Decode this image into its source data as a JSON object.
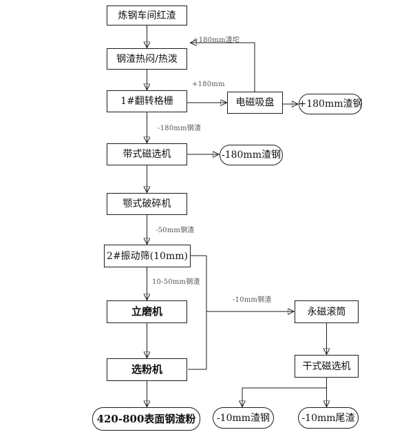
{
  "nodes": {
    "red_slag": {
      "label": "炼钢车间红渣"
    },
    "hot_stew": {
      "label": "钢渣热闷/热泼"
    },
    "flip_grid": {
      "label": "1#翻转格栅"
    },
    "magnet_chuck": {
      "label": "电磁吸盘"
    },
    "plus180_steel": {
      "label": "+180mm渣钢"
    },
    "belt_separator": {
      "label": "带式磁选机"
    },
    "minus180_steel": {
      "label": "-180mm渣钢"
    },
    "jaw_crusher": {
      "label": "颚式破碎机"
    },
    "vibrating_screen": {
      "label": "2#振动筛(10mm)"
    },
    "vertical_mill": {
      "label": "立磨机"
    },
    "powder_separator": {
      "label": "选粉机"
    },
    "final_powder": {
      "label": "420-800表面钢渣粉"
    },
    "magnet_drum": {
      "label": "永磁滚筒"
    },
    "dry_separator": {
      "label": "干式磁选机"
    },
    "minus10_steel": {
      "label": "-10mm渣钢"
    },
    "minus10_tail": {
      "label": "-10mm尾渣"
    }
  },
  "edge_labels": {
    "return_lump": "+180mm渣坨",
    "plus180": "+180mm",
    "minus180": "-180mm钢渣",
    "minus50": "-50mm钢渣",
    "mid_10_50": "10-50mm钢渣",
    "minus10": "-10mm钢渣"
  },
  "colors": {
    "background": "#ffffff",
    "line": "#1a1a1a",
    "box_border": "#1a1a1a",
    "edge_label_text": "#555555"
  }
}
